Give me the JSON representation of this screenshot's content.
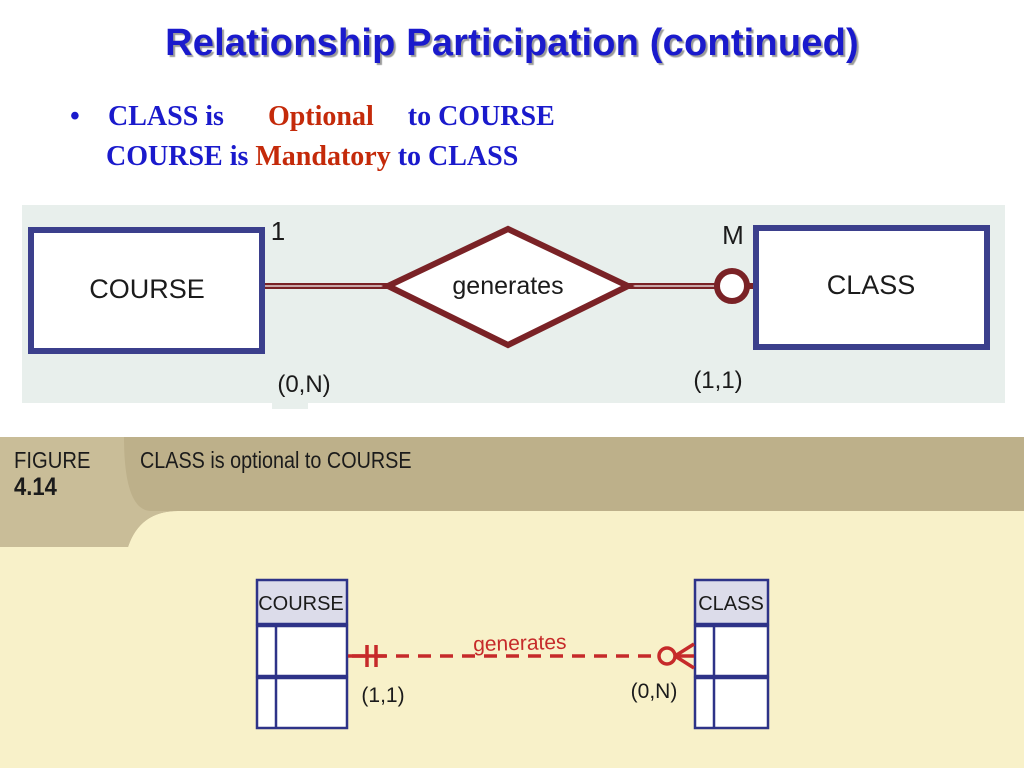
{
  "slide": {
    "title": "Relationship Participation (continued)",
    "bullet": {
      "symbol": "•",
      "line1": {
        "prefix": "CLASS is",
        "highlight": "Optional",
        "suffix": "to COURSE"
      },
      "line2": {
        "prefix": "COURSE is ",
        "highlight": "Mandatory",
        "suffix": " to CLASS"
      }
    }
  },
  "chen_diagram": {
    "left_entity": "COURSE",
    "relationship": "generates",
    "right_entity": "CLASS",
    "left_cardinality": "1",
    "right_cardinality": "M",
    "left_participation": "(0,N)",
    "right_participation": "(1,1)"
  },
  "figure": {
    "label": "FIGURE",
    "number": "4.14",
    "caption": "CLASS is optional to COURSE",
    "crows_foot": {
      "left_entity": "COURSE",
      "right_entity": "CLASS",
      "relationship": "generates",
      "left_cardinality": "(1,1)",
      "right_cardinality": "(0,N)"
    }
  },
  "colors": {
    "title_blue": "#1a1acc",
    "highlight_red": "#c42a0a",
    "entity_border": "#3b3f8c",
    "relationship_line": "#7a2226",
    "chen_background": "#e8efec",
    "figure_header": "#bdb08a",
    "figure_body": "#f8f1c9",
    "crow_line": "#c62a2a"
  }
}
